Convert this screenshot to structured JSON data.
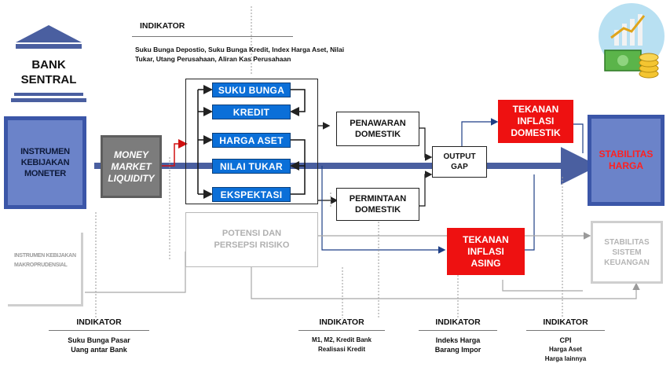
{
  "bank": {
    "line1": "BANK",
    "line2": "SENTRAL"
  },
  "instrumen_moneter": "INSTRUMEN KEBIJAKAN MONETER",
  "money_market": "MONEY MARKET LIQUIDITY",
  "channels": [
    "SUKU BUNGA",
    "KREDIT",
    "HARGA ASET",
    "NILAI TUKAR",
    "EKSPEKTASI"
  ],
  "top_indicator": {
    "title": "INDIKATOR",
    "text": "Suku Bunga Depostio, Suku Bunga Kredit, Index Harga Aset, Nilai Tukar, Utang Perusahaan, Aliran Kas Perusahaan"
  },
  "penawaran": "PENAWARAN DOMESTIK",
  "permintaan": "PERMINTAAN DOMESTIK",
  "output_gap": "OUTPUT GAP",
  "tekanan_domestik": "TEKANAN INFLASI DOMESTIK",
  "tekanan_asing": "TEKANAN INFLASI ASING",
  "potensi": "POTENSI DAN PERSEPSI RISIKO",
  "stabilitas_harga": "STABILITAS HARGA",
  "stabilitas_keuangan": "STABILITAS SISTEM KEUANGAN",
  "makro": "INSTRUMEN KEBIJAKAN MAKROPRUDENSIAL",
  "indicators": [
    {
      "title": "INDIKATOR",
      "text": "Suku Bunga Pasar Uang antar Bank"
    },
    {
      "title": "INDIKATOR",
      "text": "M1, M2, Kredit Bank Realisasi Kredit"
    },
    {
      "title": "INDIKATOR",
      "text": "Indeks Harga Barang Impor"
    },
    {
      "title": "INDIKATOR",
      "text": "CPI",
      "text2": "Harga Aset Harga lainnya"
    }
  ],
  "colors": {
    "blue": "#0b6fd8",
    "red": "#ee1111",
    "grey": "#7a7a7a",
    "navy": "#3b56a8"
  }
}
